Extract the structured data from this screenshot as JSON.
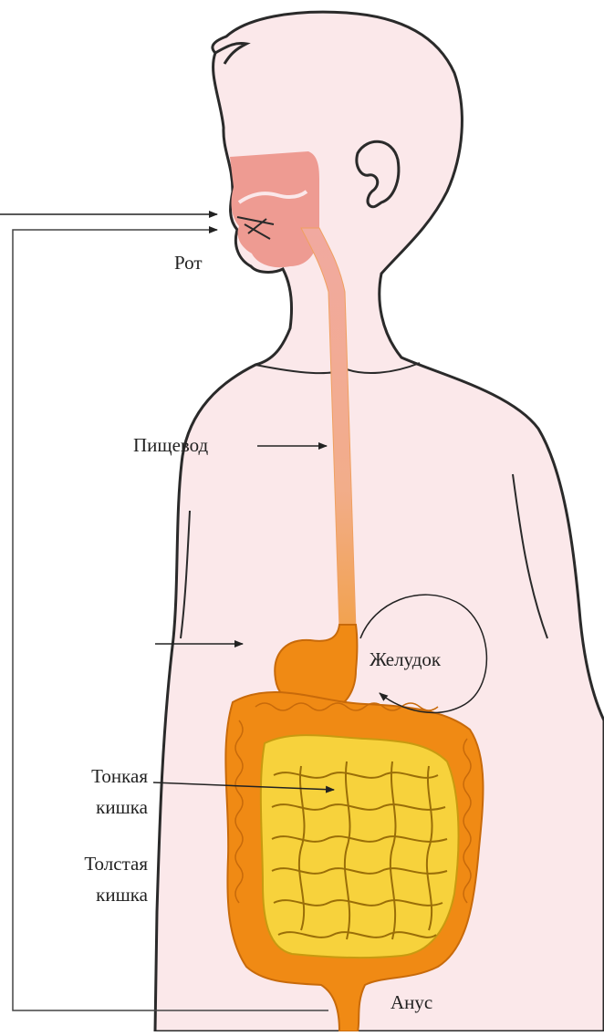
{
  "labels": {
    "mouth": "Рот",
    "esophagus": "Пищевод",
    "stomach": "Желудок",
    "small_intestine_1": "Тонкая",
    "small_intestine_2": "кишка",
    "large_intestine_1": "Толстая",
    "large_intestine_2": "кишка",
    "anus": "Анус"
  },
  "colors": {
    "skin": "#fbe8ea",
    "outline": "#2a2a2a",
    "oral": "#ee9b92",
    "esophagus_top": "#f1a9a0",
    "esophagus_bottom": "#f2a24e",
    "large_intestine": "#f08a14",
    "small_intestine": "#f7d23c"
  }
}
